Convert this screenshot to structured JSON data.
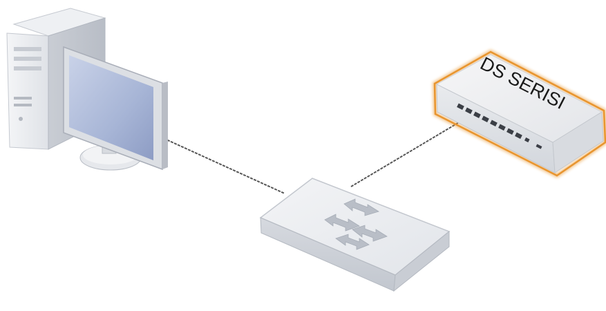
{
  "diagram": {
    "device_label": "DS SERISI",
    "nodes": [
      {
        "id": "computer",
        "icon": "desktop-computer-icon"
      },
      {
        "id": "network-switch",
        "icon": "network-switch-icon"
      },
      {
        "id": "ds-series-switch",
        "icon": "managed-switch-icon",
        "highlight_color": "#e8952f"
      }
    ],
    "connections": [
      {
        "from": "computer",
        "to": "network-switch"
      },
      {
        "from": "network-switch",
        "to": "ds-series-switch"
      }
    ],
    "colors": {
      "cable": "#555555",
      "device_body": "#eceef1",
      "screen": "#a9b7d6",
      "highlight": "#e8952f"
    }
  }
}
